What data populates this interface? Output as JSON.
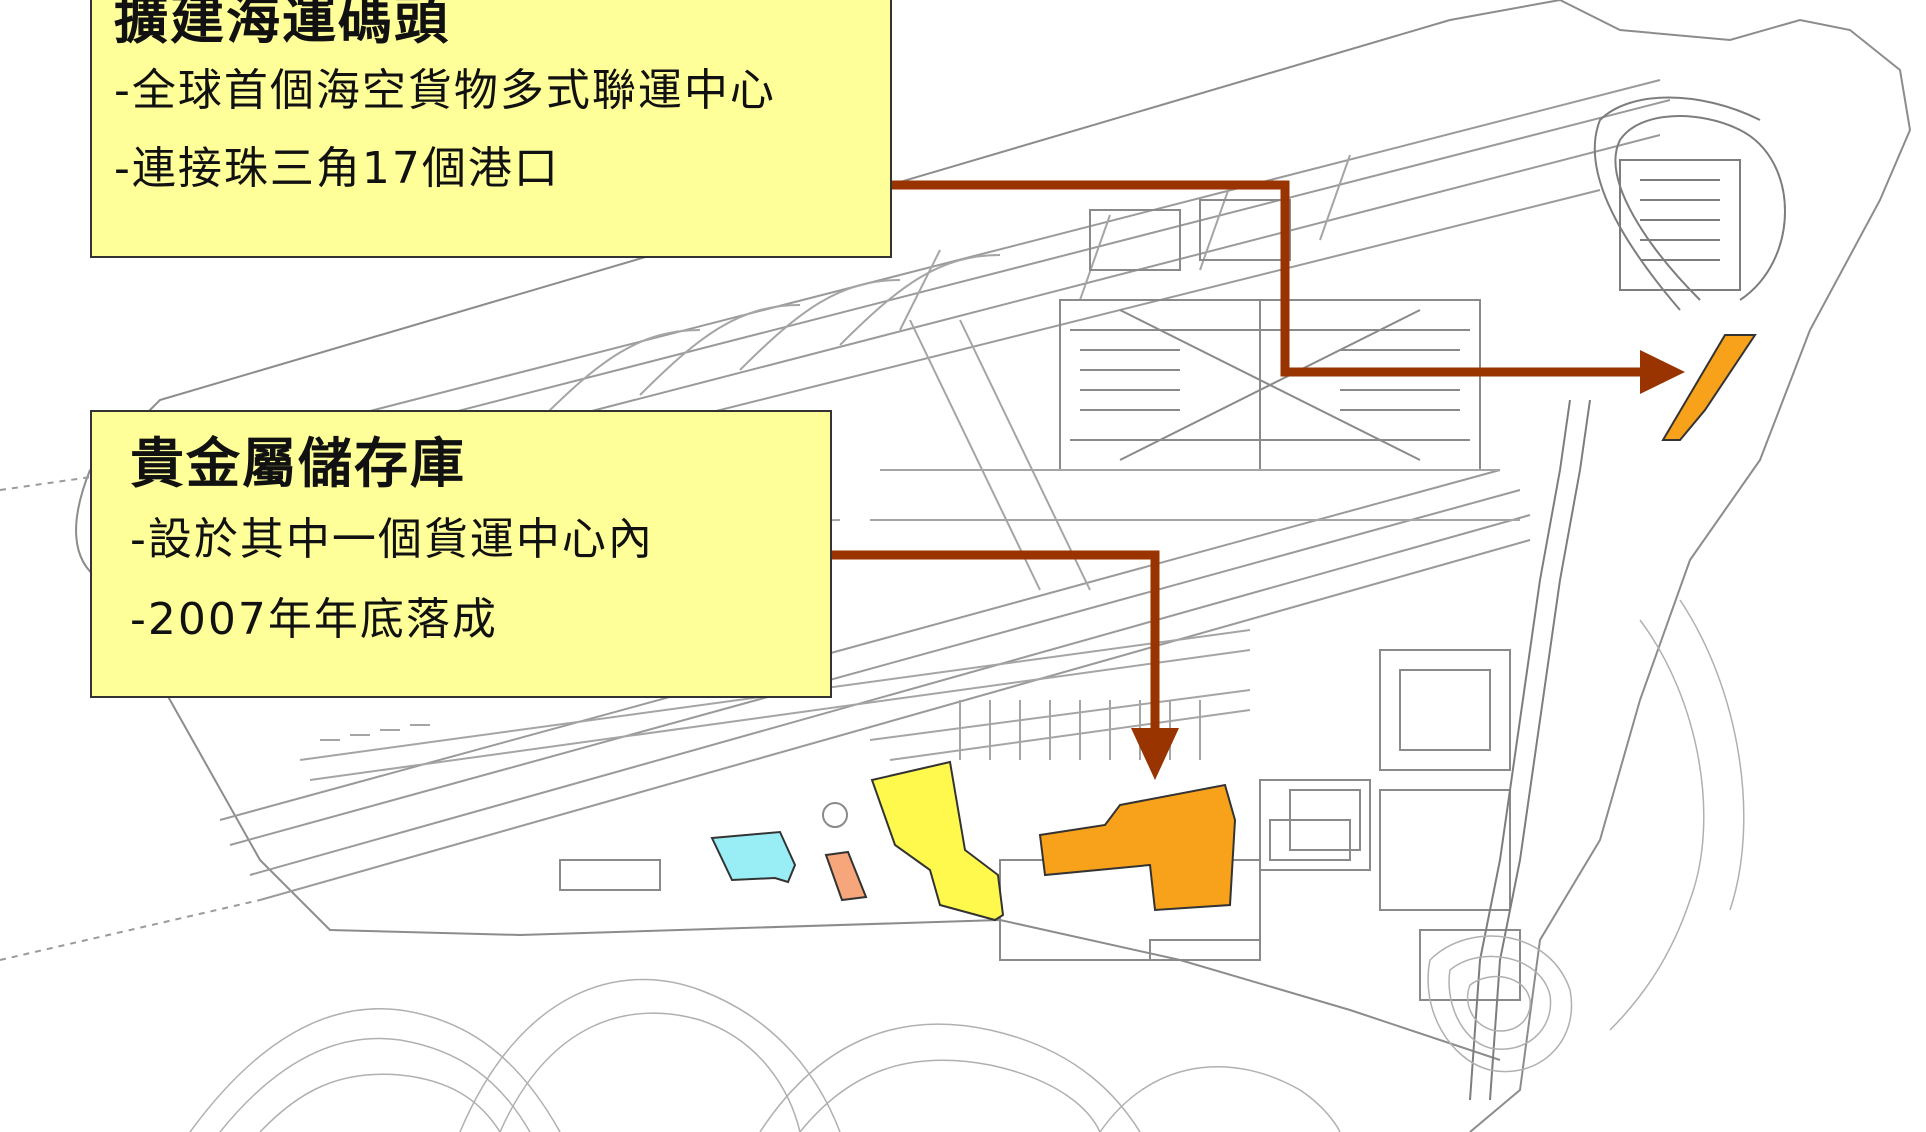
{
  "callouts": {
    "sea_pier": {
      "title": "擴建海運碼頭",
      "points": [
        "-全球首個海空貨物多式聯運中心",
        "-連接珠三角17個港口"
      ]
    },
    "precious_metals": {
      "title": "貴金屬儲存庫",
      "points": [
        "-設於其中一個貨運中心內",
        "-2007年年底落成"
      ]
    }
  },
  "colors": {
    "callout_fill": "#ffff99",
    "arrow": "#993300",
    "highlight_orange": "#f7a21a",
    "highlight_yellow": "#fff94d",
    "highlight_cyan": "#99eef5",
    "highlight_salmon": "#f7a57a",
    "linework": "#9a9a9a"
  }
}
